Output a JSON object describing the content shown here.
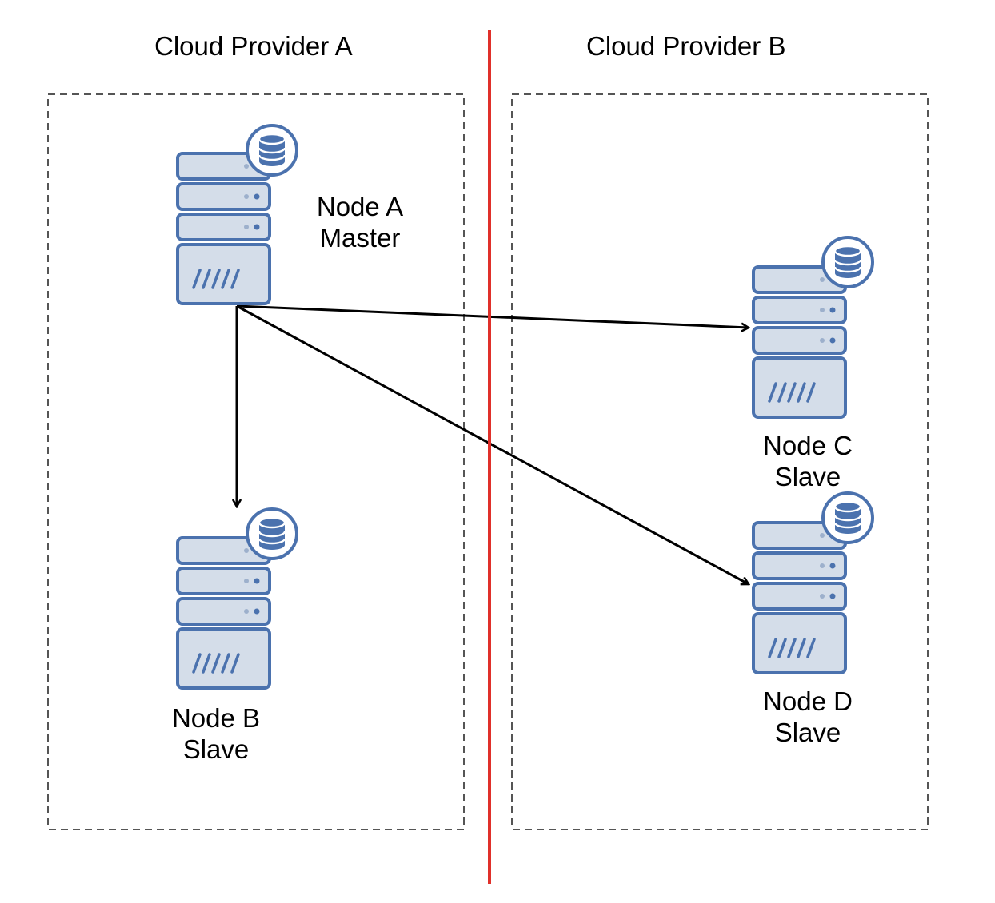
{
  "zones": [
    {
      "title": "Cloud Provider A"
    },
    {
      "title": "Cloud Provider B"
    }
  ],
  "nodes": [
    {
      "name": "Node A",
      "role": "Master"
    },
    {
      "name": "Node B",
      "role": "Slave"
    },
    {
      "name": "Node C",
      "role": "Slave"
    },
    {
      "name": "Node D",
      "role": "Slave"
    }
  ],
  "colors": {
    "server_fill": "#d4dde9",
    "server_stroke": "#4b72ae",
    "divider": "#e0302a",
    "arrow": "#000000",
    "zone_border": "#555555"
  },
  "icons": {
    "server": "server-icon",
    "database": "database-icon"
  }
}
